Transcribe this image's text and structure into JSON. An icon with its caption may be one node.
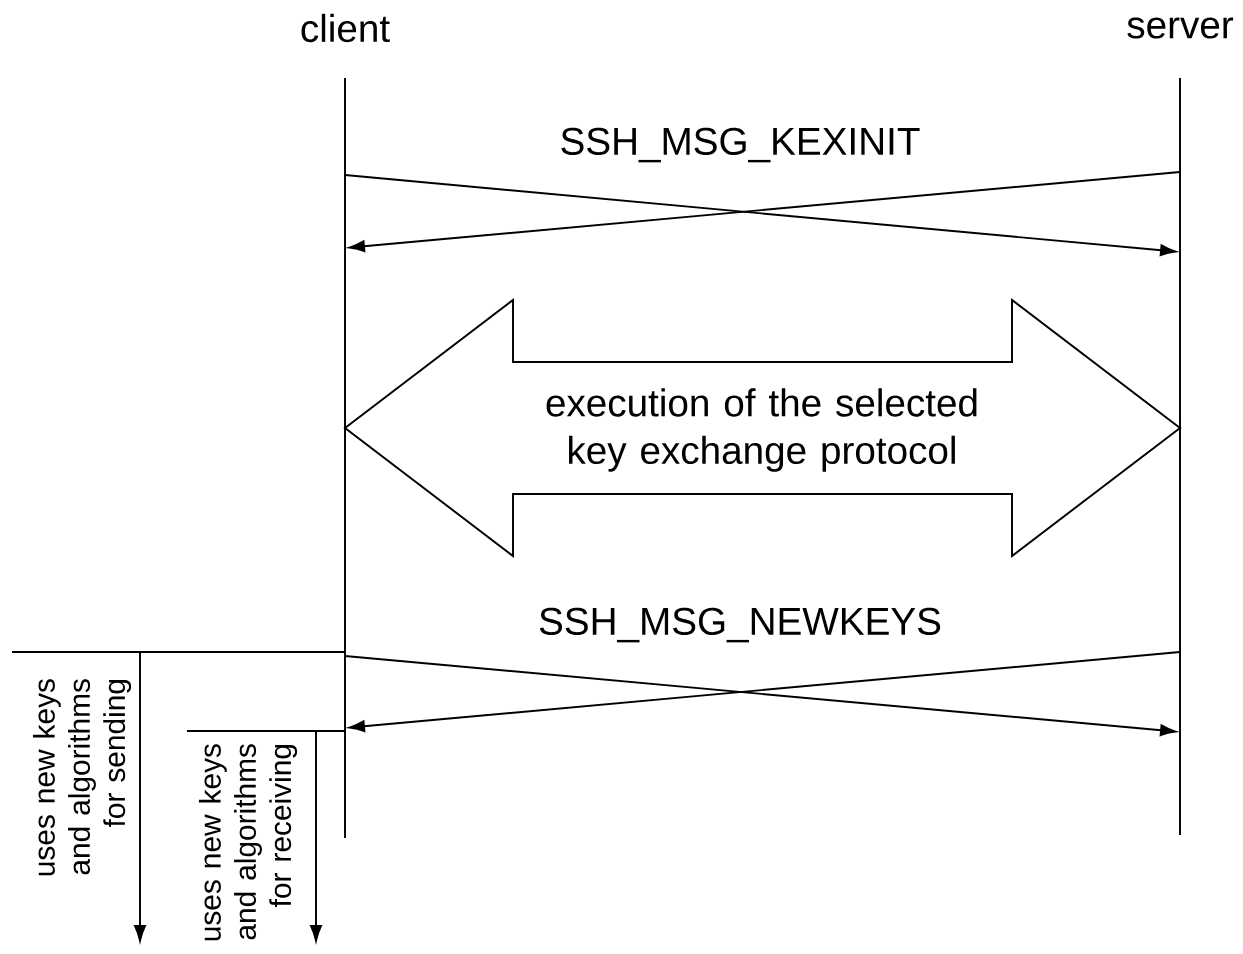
{
  "diagram": {
    "nodes": [
      {
        "text": [],
        "shape": "bar",
        "beside": [
          "client"
        ]
      },
      {
        "text": [],
        "shape": "bar",
        "beside": [
          "server"
        ]
      }
    ],
    "edges": [
      {
        "from": 0,
        "to": 1,
        "arrow": "to",
        "label": "SSH_MSG_KEXINIT"
      },
      {
        "from": 1,
        "to": 0,
        "arrow": "to"
      },
      {
        "from": 0,
        "to": 1,
        "arrow": "both",
        "label": "execution of the selected key exchange protocol"
      },
      {
        "from": 0,
        "to": 1,
        "arrow": "to",
        "label": "SSH_MSG_NEWKEYS"
      },
      {
        "from": 1,
        "to": 0,
        "arrow": "to"
      },
      {
        "from": 0,
        "to": null,
        "arrow": "to",
        "label": "uses new keys and algorithms for sending"
      },
      {
        "from": 0,
        "to": null,
        "arrow": "to",
        "label": "uses new keys and algorithms for receiving"
      }
    ]
  }
}
